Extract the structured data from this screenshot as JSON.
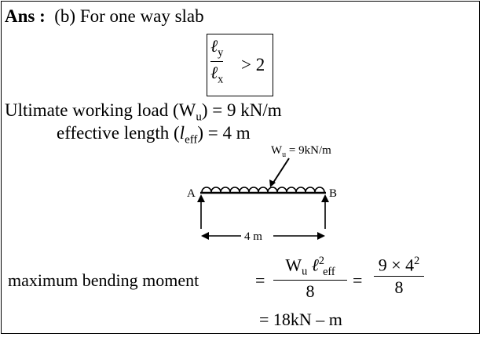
{
  "header": {
    "ans_label": "Ans :",
    "option": "(b)",
    "title": "For one way slab"
  },
  "ratio": {
    "num_symbol": "ℓ",
    "num_sub": "y",
    "den_symbol": "ℓ",
    "den_sub": "x",
    "relation": "> 2"
  },
  "ultimate_load": {
    "label_pre": "Ultimate working load (W",
    "label_sub": "u",
    "label_post": ") = 9 kN/m"
  },
  "effective_length": {
    "label_pre": "effective length (",
    "symbol": "l",
    "sub": "eff",
    "label_post": ") = 4 m"
  },
  "diagram": {
    "load_label": "W",
    "load_sub": "u",
    "load_value": " = 9kN/m",
    "support_a": "A",
    "support_b": "B",
    "span": "4 m"
  },
  "moment": {
    "label": "maximum bending moment",
    "eq1": "=",
    "formula_num_w": "W",
    "formula_num_w_sub": "u",
    "formula_num_l": "ℓ",
    "formula_num_l_sup": "2",
    "formula_num_l_sub": "eff",
    "formula_den": "8",
    "eq2": "=",
    "calc_num": "9 × 4",
    "calc_num_sup": "2",
    "calc_den": "8",
    "result": "= 18kN – m"
  }
}
